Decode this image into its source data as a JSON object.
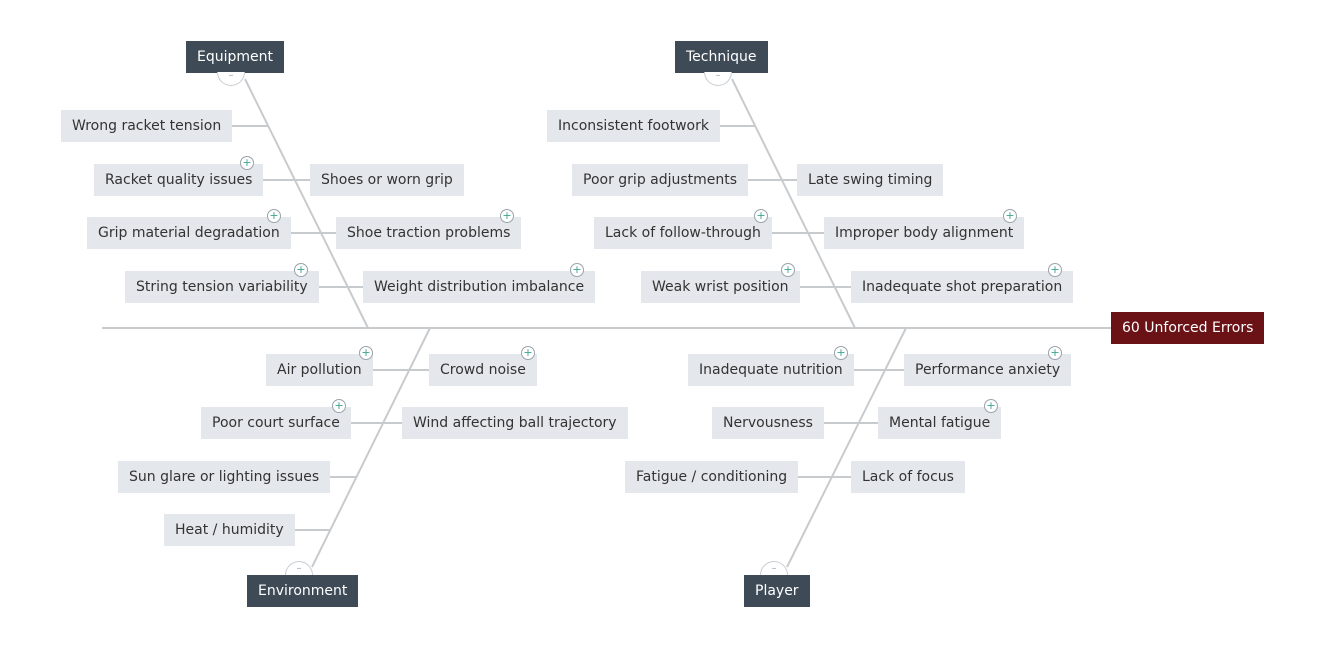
{
  "effect": {
    "label": "60 Unforced Errors"
  },
  "categories": {
    "equipment": {
      "label": "Equipment",
      "causes": {
        "wrong_racket_tension": "Wrong racket tension",
        "racket_quality_issues": "Racket quality issues",
        "shoes_or_worn_grip": "Shoes or worn grip",
        "grip_material_degradation": "Grip material degradation",
        "shoe_traction_problems": "Shoe traction problems",
        "string_tension_variability": "String tension variability",
        "weight_distribution_imbalance": "Weight distribution imbalance"
      }
    },
    "technique": {
      "label": "Technique",
      "causes": {
        "inconsistent_footwork": "Inconsistent footwork",
        "poor_grip_adjustments": "Poor grip adjustments",
        "late_swing_timing": "Late swing timing",
        "lack_of_follow_through": "Lack of follow-through",
        "improper_body_alignment": "Improper body alignment",
        "weak_wrist_position": "Weak wrist position",
        "inadequate_shot_preparation": "Inadequate shot preparation"
      }
    },
    "environment": {
      "label": "Environment",
      "causes": {
        "air_pollution": "Air pollution",
        "crowd_noise": "Crowd noise",
        "poor_court_surface": "Poor court surface",
        "wind_affecting_ball_trajectory": "Wind affecting ball trajectory",
        "sun_glare_or_lighting_issues": "Sun glare or lighting issues",
        "heat_humidity": "Heat / humidity"
      }
    },
    "player": {
      "label": "Player",
      "causes": {
        "inadequate_nutrition": "Inadequate nutrition",
        "performance_anxiety": "Performance anxiety",
        "nervousness": "Nervousness",
        "mental_fatigue": "Mental fatigue",
        "fatigue_conditioning": "Fatigue / conditioning",
        "lack_of_focus": "Lack of focus"
      }
    }
  },
  "colors": {
    "category_fill": "#3f4a57",
    "effect_fill": "#6b1216",
    "cause_fill": "#e4e7eb",
    "line": "#c8cbce",
    "expand_icon": "#3aa58d"
  },
  "icons": {
    "expand": "plus-circle-icon",
    "collapse": "minus-tab-icon"
  }
}
